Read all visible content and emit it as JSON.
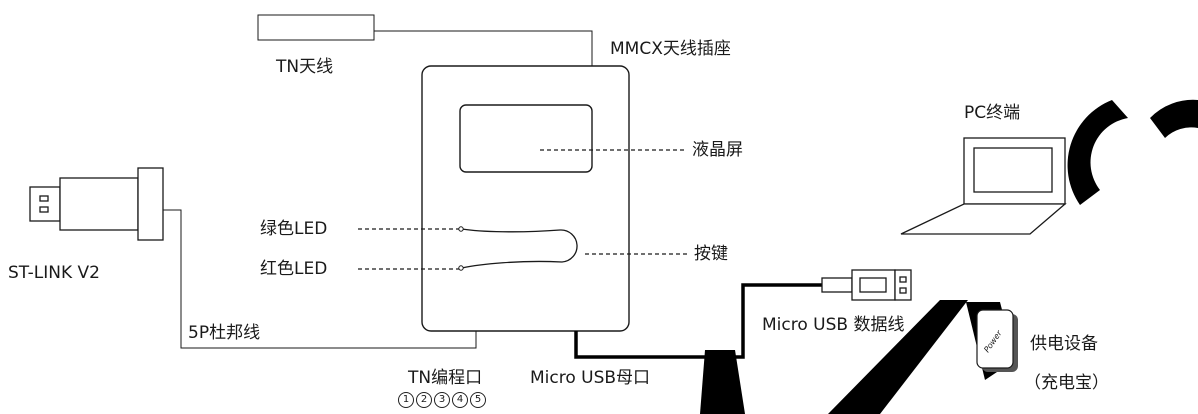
{
  "colors": {
    "line": "#1a1a1a",
    "watermark": "#000000"
  },
  "labels": {
    "tn_antenna": "TN天线",
    "mmcx_socket": "MMCX天线插座",
    "lcd": "液晶屏",
    "button": "按键",
    "green_led": "绿色LED",
    "red_led": "红色LED",
    "st_link": "ST-LINK V2",
    "dupont_5p": "5P杜邦线",
    "tn_prog_port": "TN编程口",
    "micro_usb_female": "Micro USB母口",
    "micro_usb_cable": "Micro USB 数据线",
    "pc_terminal": "PC终端",
    "power_device": "供电设备",
    "power_bank": "（充电宝）",
    "power_stamp": "Power"
  },
  "pin_numbers": [
    "1",
    "2",
    "3",
    "4",
    "5"
  ]
}
